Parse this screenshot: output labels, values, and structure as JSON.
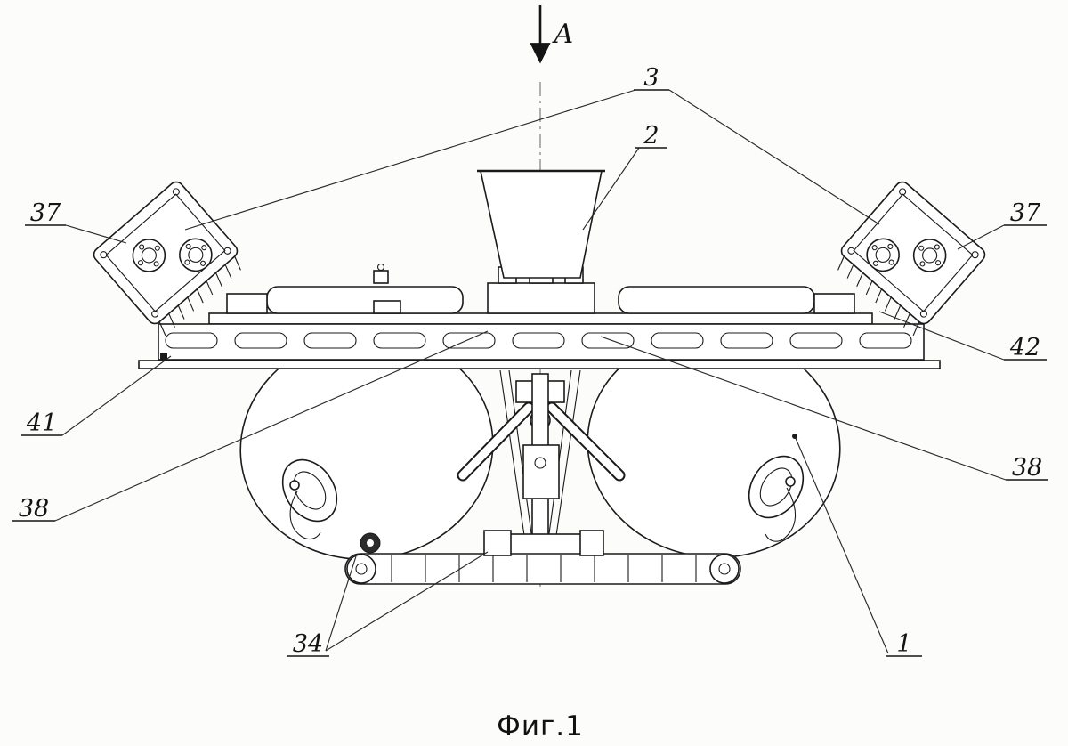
{
  "figure": {
    "caption": "Фиг.1",
    "view_label": "А",
    "labels": {
      "n1": "1",
      "n2": "2",
      "n3": "3",
      "n34": "34",
      "n37_left": "37",
      "n37_right": "37",
      "n38_left": "38",
      "n38_right": "38",
      "n41": "41",
      "n42": "42"
    }
  }
}
